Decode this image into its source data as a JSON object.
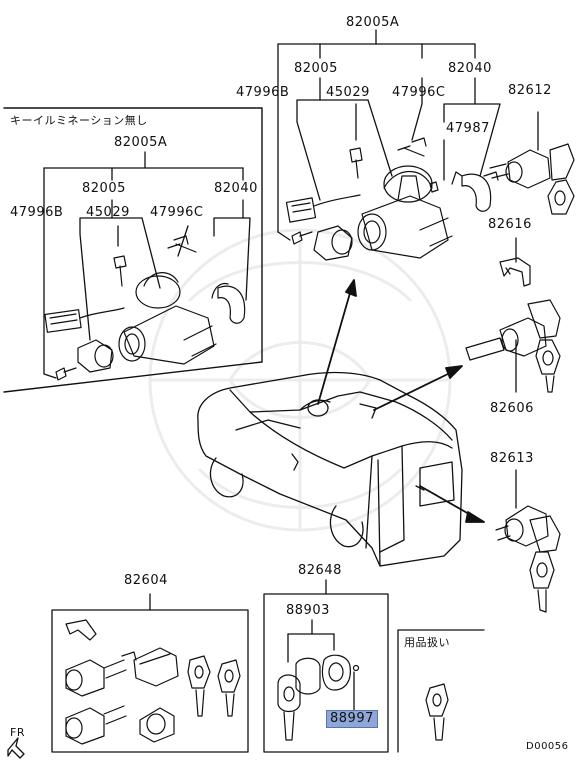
{
  "diagram_id": "D00056",
  "direction_label": "FR",
  "highlight_color": "#8ea6d8",
  "labels": {
    "top_assembly": "82005A",
    "top_82005": "82005",
    "top_82040": "82040",
    "top_47996B": "47996B",
    "top_45029": "45029",
    "top_47996C": "47996C",
    "top_47987": "47987",
    "r_82612": "82612",
    "r_82616": "82616",
    "r_82606": "82606",
    "r_82613": "82613",
    "inset_title": "キーイルミネーション無し",
    "in_82005A": "82005A",
    "in_82005": "82005",
    "in_82040": "82040",
    "in_47996B": "47996B",
    "in_45029": "45029",
    "in_47996C": "47996C",
    "b_82604": "82604",
    "b_82648": "82648",
    "b_88903": "88903",
    "b_88997": "88997",
    "b_accessory": "用品扱い"
  }
}
